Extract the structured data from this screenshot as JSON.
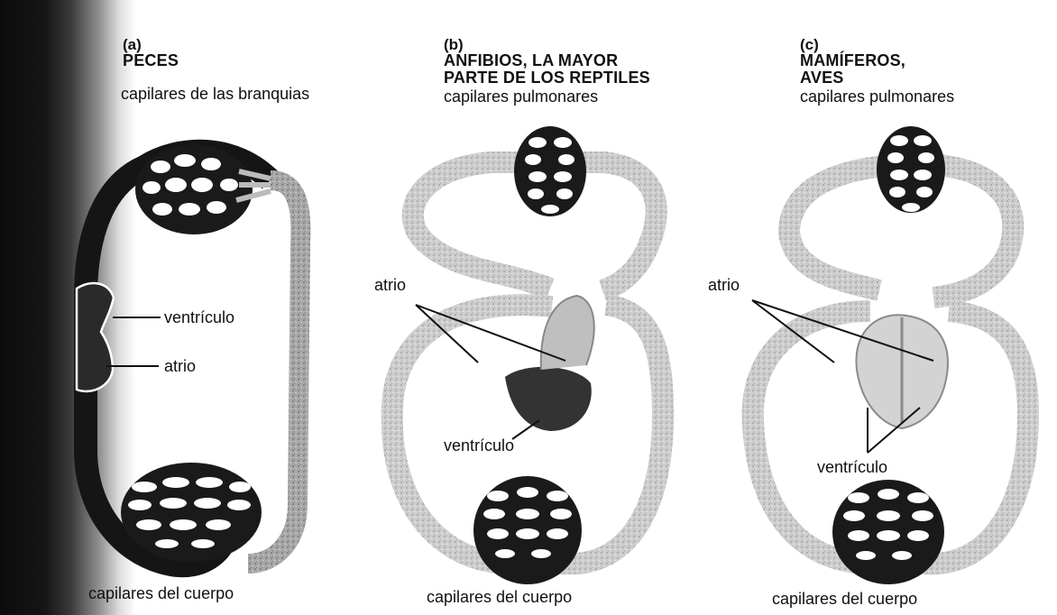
{
  "panels": [
    {
      "letter": "(a)",
      "group": [
        "PECES"
      ],
      "top_capillaries": "capilares de las branquias",
      "bottom_capillaries": "capilares del cuerpo",
      "labels": {
        "ventricle": "ventrículo",
        "atrium": "atrio"
      }
    },
    {
      "letter": "(b)",
      "group": [
        "ANFIBIOS, LA MAYOR",
        "PARTE DE LOS REPTILES"
      ],
      "top_capillaries": "capilares pulmonares",
      "bottom_capillaries": "capilares del cuerpo",
      "labels": {
        "atrium": "atrio",
        "ventricle": "ventrículo"
      }
    },
    {
      "letter": "(c)",
      "group": [
        "MAMÍFEROS,",
        "AVES"
      ],
      "top_capillaries": "capilares pulmonares",
      "bottom_capillaries": "capilares del cuerpo",
      "labels": {
        "atrium": "atrio",
        "ventricle": "ventrículo"
      }
    }
  ]
}
